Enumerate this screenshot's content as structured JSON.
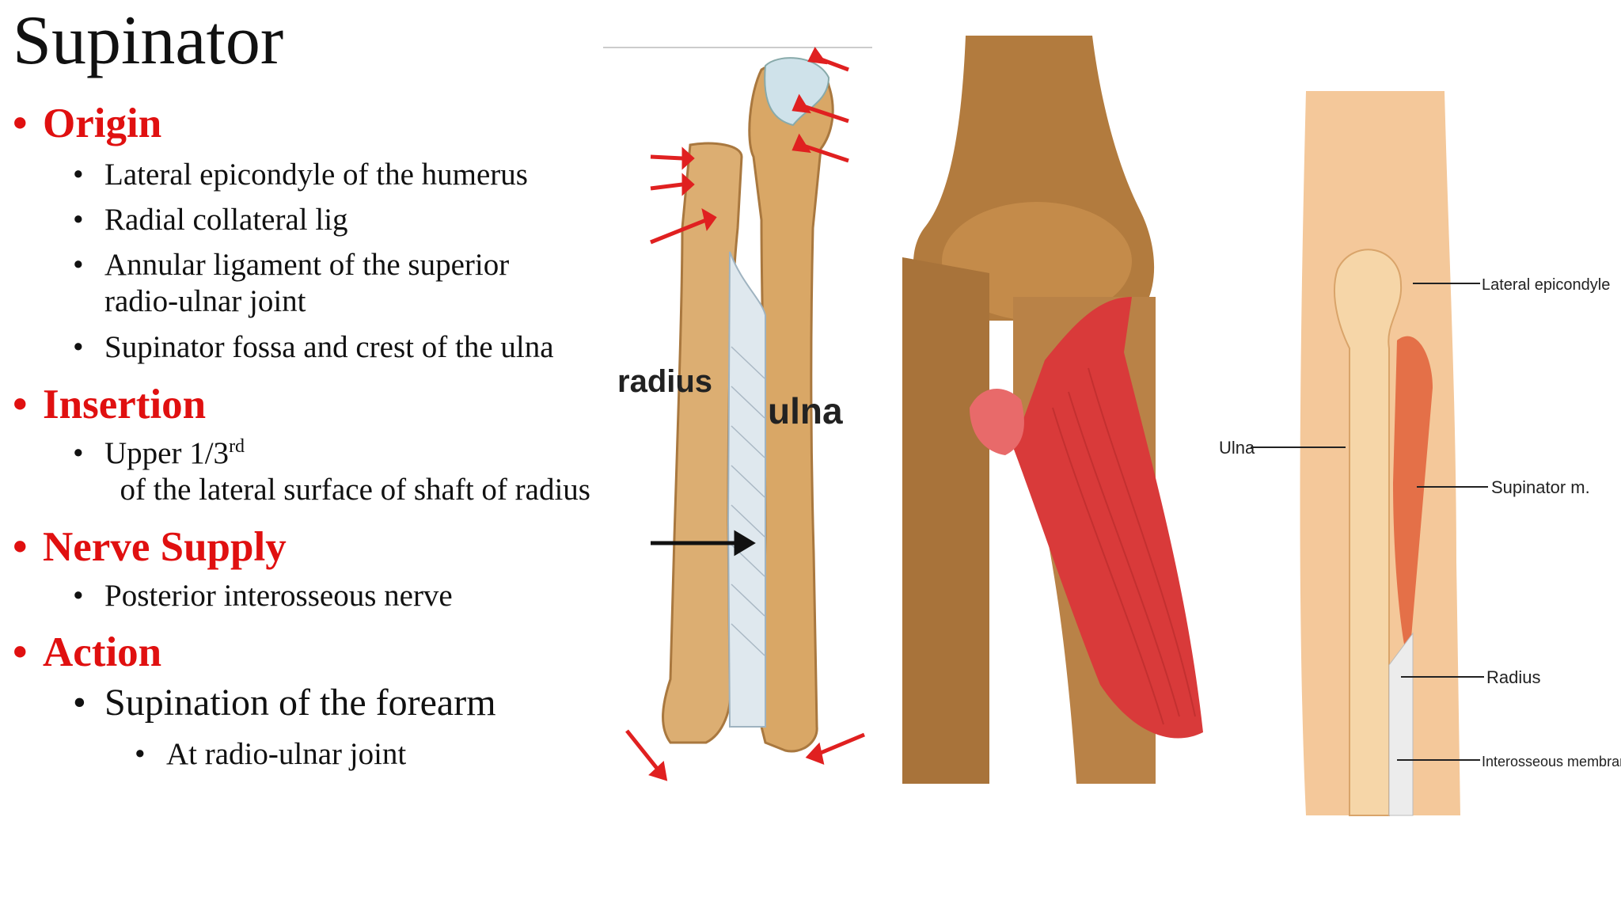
{
  "slide": {
    "title": "Supinator",
    "sections": [
      {
        "heading": "Origin",
        "items": [
          "Lateral epicondyle of the humerus",
          "Radial collateral lig",
          "Annular ligament of the superior radio-ulnar joint",
          "Supinator fossa and crest of the ulna"
        ]
      },
      {
        "heading": "Insertion",
        "items": [
          {
            "before": "Upper 1/3",
            "sup": "rd",
            "after": "  of the lateral surface of shaft of radius"
          }
        ]
      },
      {
        "heading": "Nerve Supply",
        "items": [
          "Posterior interosseous nerve"
        ]
      },
      {
        "heading": "Action",
        "items": [
          "Supination of the forearm"
        ],
        "subitems": [
          "At radio-ulnar joint"
        ]
      }
    ]
  },
  "figure1": {
    "labels": {
      "radius": "radius",
      "ulna": "ulna"
    }
  },
  "figure3": {
    "labels": {
      "lateral_epicondyle": "Lateral epicondyle",
      "ulna": "Ulna",
      "supinator": "Supinator m.",
      "radius": "Radius",
      "interosseous": "Interosseous membrane"
    }
  },
  "colors": {
    "heading": "#e01010",
    "text": "#111111",
    "bone": "#d9a766",
    "muscle": "#d93a3a",
    "arrow": "#e02020"
  }
}
